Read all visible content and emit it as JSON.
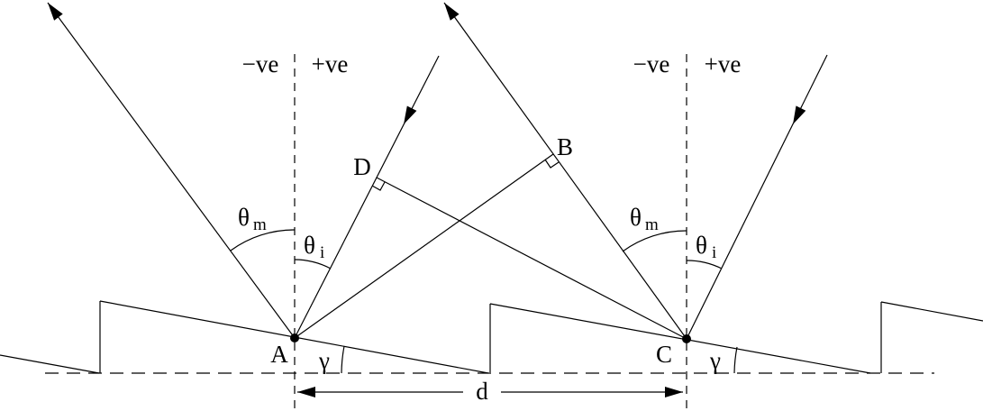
{
  "colors": {
    "ink": "#000000",
    "background": "#ffffff"
  },
  "labels": {
    "negative_side": "−ve",
    "positive_side": "+ve",
    "theta": "θ",
    "subscript_m": "m",
    "subscript_i": "i",
    "gamma": "γ",
    "point_a": "A",
    "point_b": "B",
    "point_c": "C",
    "point_d": "D",
    "groove_spacing": "d"
  }
}
